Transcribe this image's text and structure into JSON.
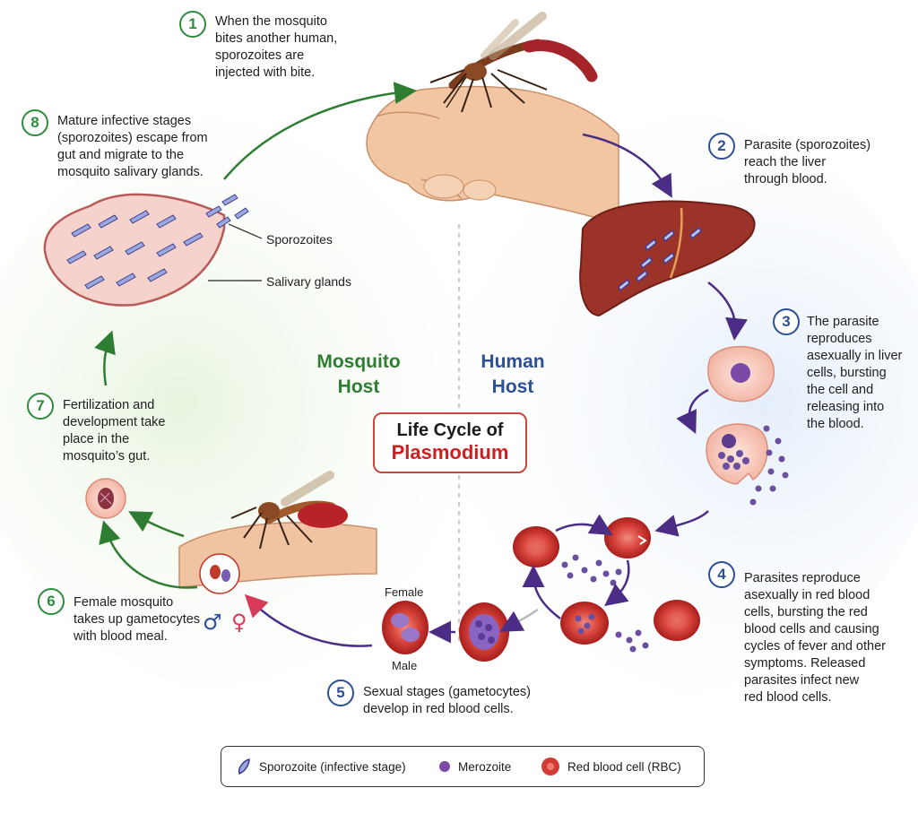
{
  "title": {
    "line1": "Life Cycle of",
    "line2": "Plasmodium"
  },
  "hosts": {
    "mosquito": "Mosquito\nHost",
    "human": "Human\nHost"
  },
  "steps": [
    {
      "n": "1",
      "text": "When the mosquito\nbites another human,\nsporozoites are\ninjected with bite."
    },
    {
      "n": "2",
      "text": "Parasite (sporozoites)\nreach the liver\nthrough blood."
    },
    {
      "n": "3",
      "text": "The parasite\nreproduces\nasexually in liver\ncells, bursting\nthe cell and\nreleasing into\nthe blood."
    },
    {
      "n": "4",
      "text": "Parasites reproduce\nasexually in red blood\ncells, bursting the red\nblood cells and causing\ncycles of fever and other\nsymptoms. Released\nparasites infect new\nred blood cells."
    },
    {
      "n": "5",
      "text": "Sexual stages (gametocytes)\ndevelop in red blood cells."
    },
    {
      "n": "6",
      "text": "Female mosquito\ntakes up gametocytes\nwith blood meal."
    },
    {
      "n": "7",
      "text": "Fertilization and\ndevelopment take\nplace in the\nmosquito’s gut."
    },
    {
      "n": "8",
      "text": "Mature infective stages\n(sporozoites) escape from\ngut and migrate to the\nmosquito salivary glands."
    }
  ],
  "labels": {
    "sporozoites": "Sporozoites",
    "salivary": "Salivary glands",
    "female": "Female",
    "male": "Male"
  },
  "symbols": {
    "male": "♂",
    "female": "♀"
  },
  "legend": [
    {
      "icon": "sporozoite-icon",
      "label": "Sporozoite (infective stage)"
    },
    {
      "icon": "merozoite-icon",
      "label": "Merozoite"
    },
    {
      "icon": "rbc-icon",
      "label": "Red blood cell (RBC)"
    }
  ],
  "colors": {
    "mosquito": "#2e8b3e",
    "human": "#2c4f96",
    "accent": "#cc1f1f",
    "rbc": "#d23a33",
    "parasite": "#6a4ea0"
  }
}
